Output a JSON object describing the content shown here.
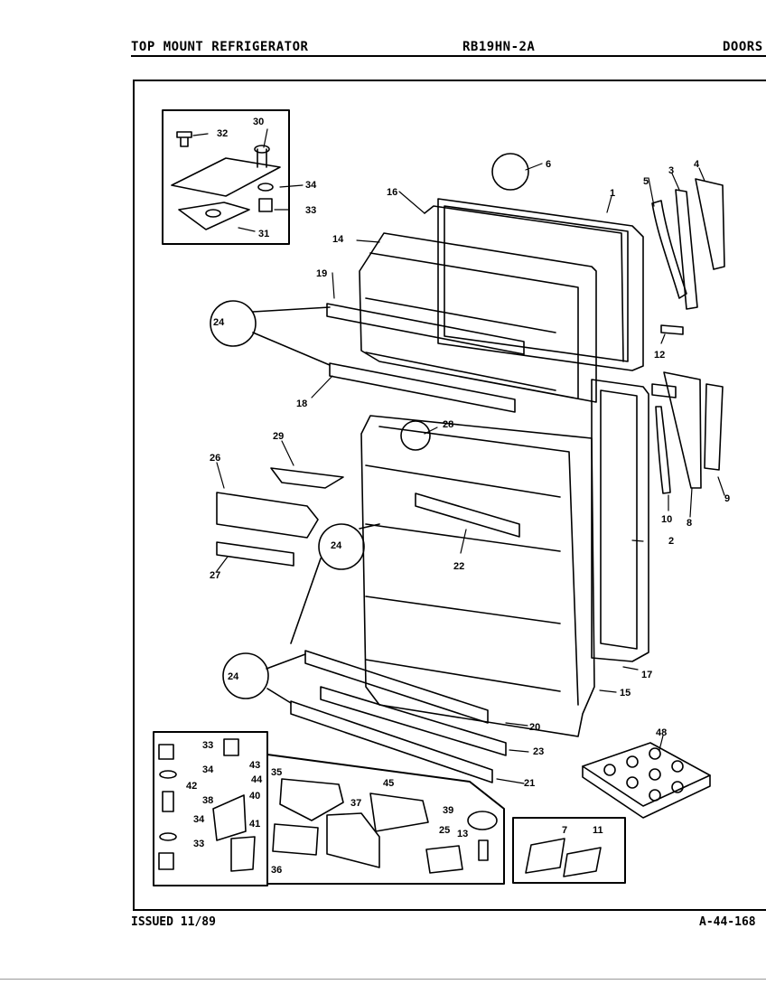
{
  "header": {
    "title": "TOP MOUNT REFRIGERATOR",
    "model": "RB19HN-2A",
    "section": "DOORS"
  },
  "footer": {
    "issued": "ISSUED 11/89",
    "doc_number": "A-44-168"
  },
  "callouts": {
    "c1": "1",
    "c2": "2",
    "c3": "3",
    "c4": "4",
    "c5": "5",
    "c6": "6",
    "c7": "7",
    "c8": "8",
    "c9": "9",
    "c10": "10",
    "c11": "11",
    "c12": "12",
    "c13": "13",
    "c14": "14",
    "c15": "15",
    "c16": "16",
    "c17": "17",
    "c18": "18",
    "c19": "19",
    "c20": "20",
    "c21": "21",
    "c22": "22",
    "c23": "23",
    "c24": "24",
    "c25": "25",
    "c26": "26",
    "c27": "27",
    "c28": "28",
    "c29": "29",
    "c30": "30",
    "c31": "31",
    "c32": "32",
    "c33": "33",
    "c34": "34",
    "c35": "35",
    "c36": "36",
    "c37": "37",
    "c38": "38",
    "c39": "39",
    "c40": "40",
    "c41": "41",
    "c42": "42",
    "c43": "43",
    "c44": "44",
    "c45": "45",
    "c48": "48"
  }
}
